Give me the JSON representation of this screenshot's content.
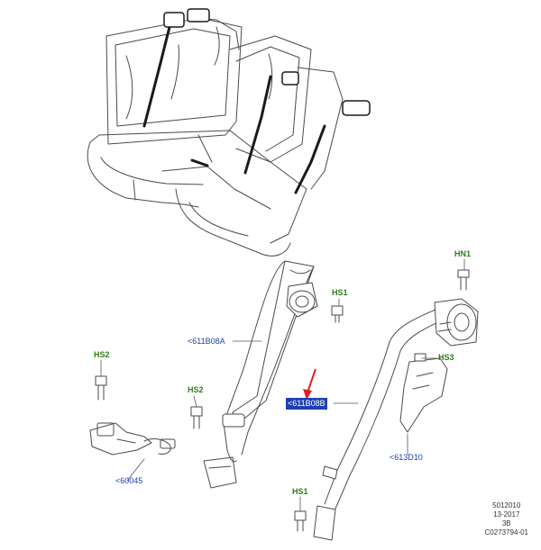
{
  "callouts": {
    "hn1": "HN1",
    "hs1_top": "HS1",
    "hs2_left": "HS2",
    "hs2_mid": "HS2",
    "hs3": "HS3",
    "hs1_bottom": "HS1",
    "belt_611b08a": "<611B08A",
    "belt_611b08b": "<611B08B",
    "buckle_60045": "<60045",
    "retractor_613d10": "<613D10"
  },
  "info_block": {
    "line1": "5012010",
    "line2": "13-2017",
    "line3": "3B",
    "line4": "C0273794-01"
  },
  "colors": {
    "callout_green": "#2e7d1e",
    "callout_blue": "#1f3fb0",
    "pointer_red": "#e02020",
    "outline": "#333333",
    "belt": "#1a1a1a"
  },
  "icons": [
    "seat-outline-icon",
    "seatbelt-strap-icon",
    "retractor-icon",
    "bolt-icon",
    "buckle-icon",
    "red-arrow-icon"
  ]
}
